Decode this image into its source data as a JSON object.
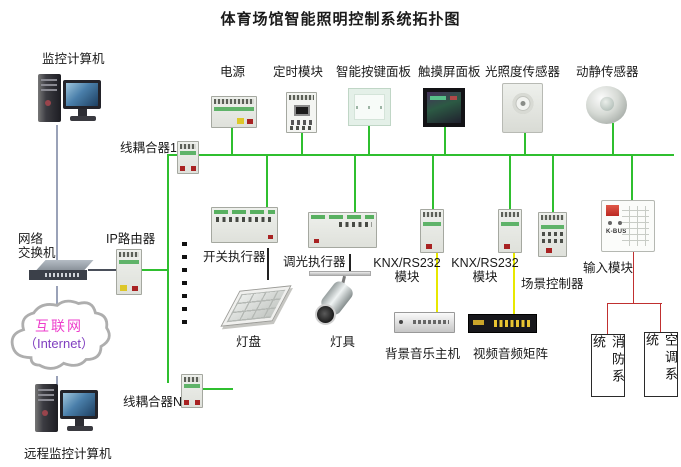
{
  "title": "体育场馆智能照明控制系统拓扑图",
  "left_column": {
    "monitor_pc_label": "监控计算机",
    "switch_label_line1": "网络",
    "switch_label_line2": "交换机",
    "cloud_label_cn": "互联网",
    "cloud_label_en": "（Internet）",
    "remote_pc_label": "远程监控计算机"
  },
  "backbone": {
    "ip_router_label": "IP路由器",
    "coupler1_label": "线耦合器1",
    "couplerN_label": "线耦合器N"
  },
  "top_row": [
    {
      "label": "电源"
    },
    {
      "label": "定时模块"
    },
    {
      "label": "智能按键面板"
    },
    {
      "label": "触摸屏面板"
    },
    {
      "label": "光照度传感器"
    },
    {
      "label": "动静传感器"
    }
  ],
  "middle_row": [
    {
      "label": "开关执行器"
    },
    {
      "label": "调光执行器"
    },
    {
      "label_line1": "KNX/RS232",
      "label_line2": "模块"
    },
    {
      "label_line1": "KNX/RS232",
      "label_line2": "模块"
    },
    {
      "label": "场景控制器"
    },
    {
      "label": "输入模块",
      "device_text": "K-BUS"
    }
  ],
  "bottom_row": [
    {
      "label": "灯盘"
    },
    {
      "label": "灯具"
    },
    {
      "label": "背景音乐主机"
    },
    {
      "label": "视频音频矩阵"
    }
  ],
  "systems": [
    {
      "label": "消防系统"
    },
    {
      "label": "空调系统"
    }
  ],
  "colors": {
    "bus_green": "#2fbf2f",
    "link_yellow": "#e8e800",
    "link_red": "#c03030",
    "link_gray": "#9aa2b8",
    "cloud_cn": "#ee3fcc",
    "cloud_en": "#8040c0"
  }
}
